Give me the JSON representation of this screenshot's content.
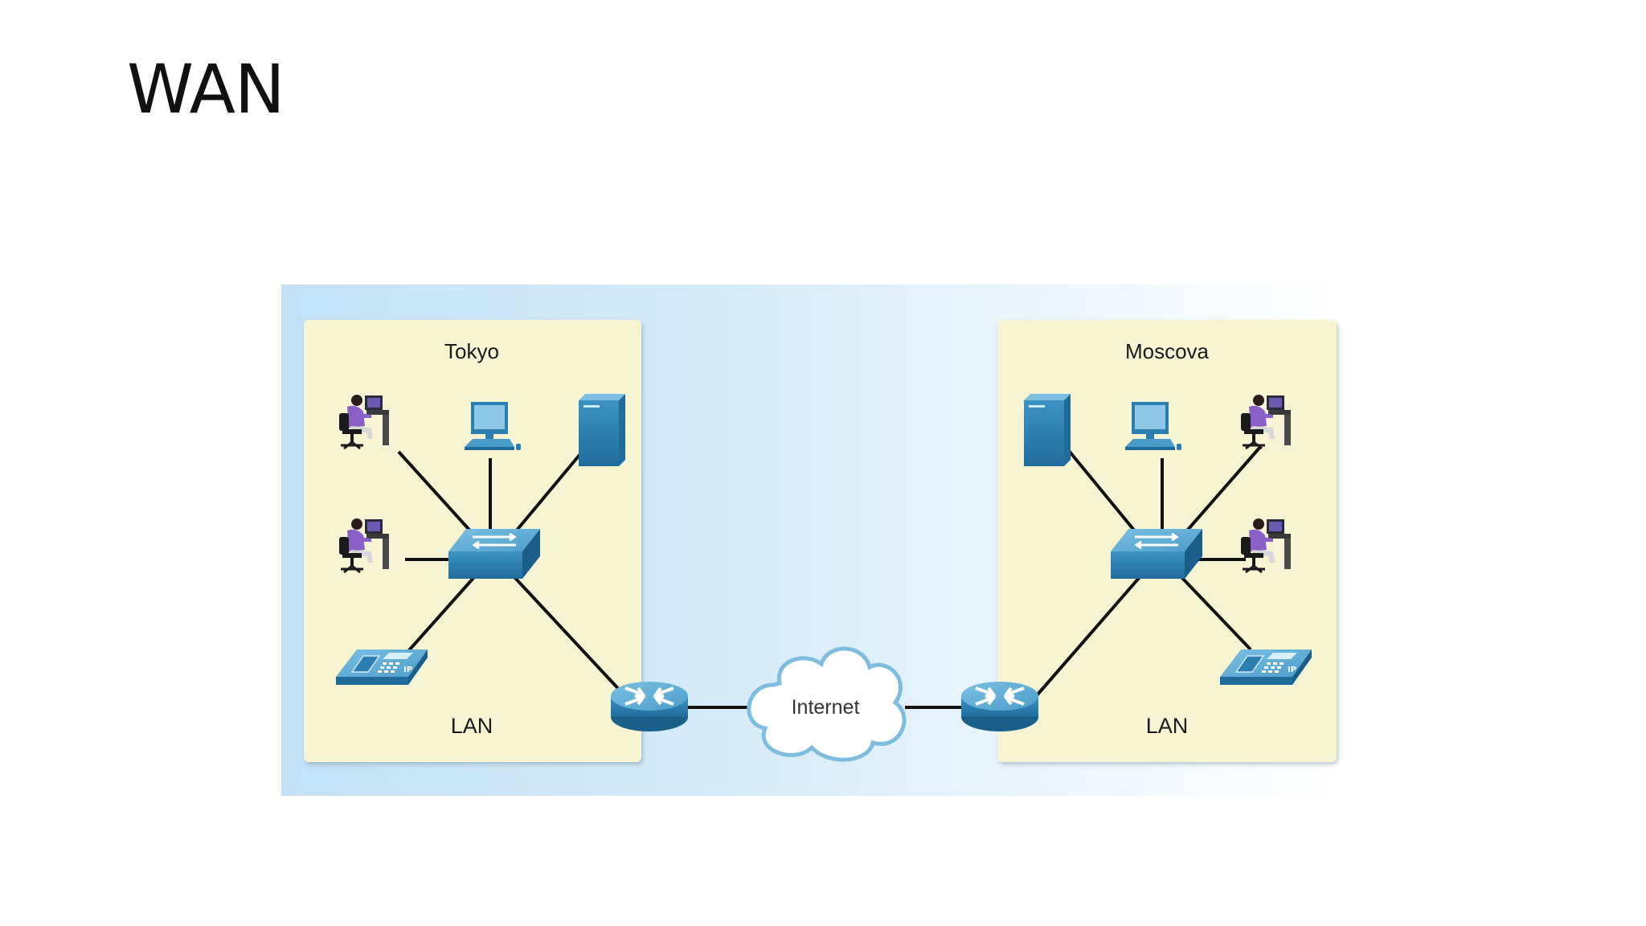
{
  "slide": {
    "title": "WAN"
  },
  "diagram": {
    "left_site": {
      "name": "Tokyo",
      "type_label": "LAN"
    },
    "right_site": {
      "name": "Moscova",
      "type_label": "LAN"
    },
    "cloud": {
      "label": "Internet"
    }
  },
  "colors": {
    "background_gradient_start": "#c6e3f5",
    "site_panel": "#f6f4d2",
    "device_blue": "#2b7fb0",
    "link": "#111111"
  },
  "icons": [
    "user-workstation-icon",
    "desktop-pc-icon",
    "server-icon",
    "switch-icon",
    "ip-phone-icon",
    "router-icon",
    "cloud-icon"
  ]
}
